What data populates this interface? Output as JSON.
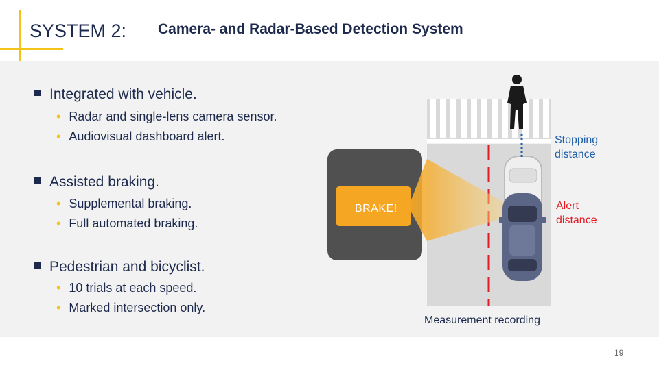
{
  "header": {
    "title": "SYSTEM 2:",
    "subtitle": "Camera- and Radar-Based Detection System"
  },
  "sections": [
    {
      "heading": "Integrated with vehicle.",
      "items": [
        "Radar and single-lens camera sensor.",
        "Audiovisual dashboard alert."
      ]
    },
    {
      "heading": "Assisted braking.",
      "items": [
        "Supplemental braking.",
        "Full automated braking."
      ]
    },
    {
      "heading": "Pedestrian and bicyclist.",
      "items": [
        "10 trials at each speed.",
        "Marked intersection only."
      ]
    }
  ],
  "diagram": {
    "dashboard_alert": "BRAKE!",
    "stopping_distance": [
      "Stopping",
      "distance"
    ],
    "alert_distance": [
      "Alert",
      "distance"
    ],
    "measurement_label": "Measurement recording"
  },
  "colors": {
    "accent": "#f2c318",
    "title": "#1d2a4d",
    "label_blue": "#1f5fa8",
    "label_red": "#e31b23",
    "alert_orange": "#f5a623"
  },
  "page_number": "19"
}
